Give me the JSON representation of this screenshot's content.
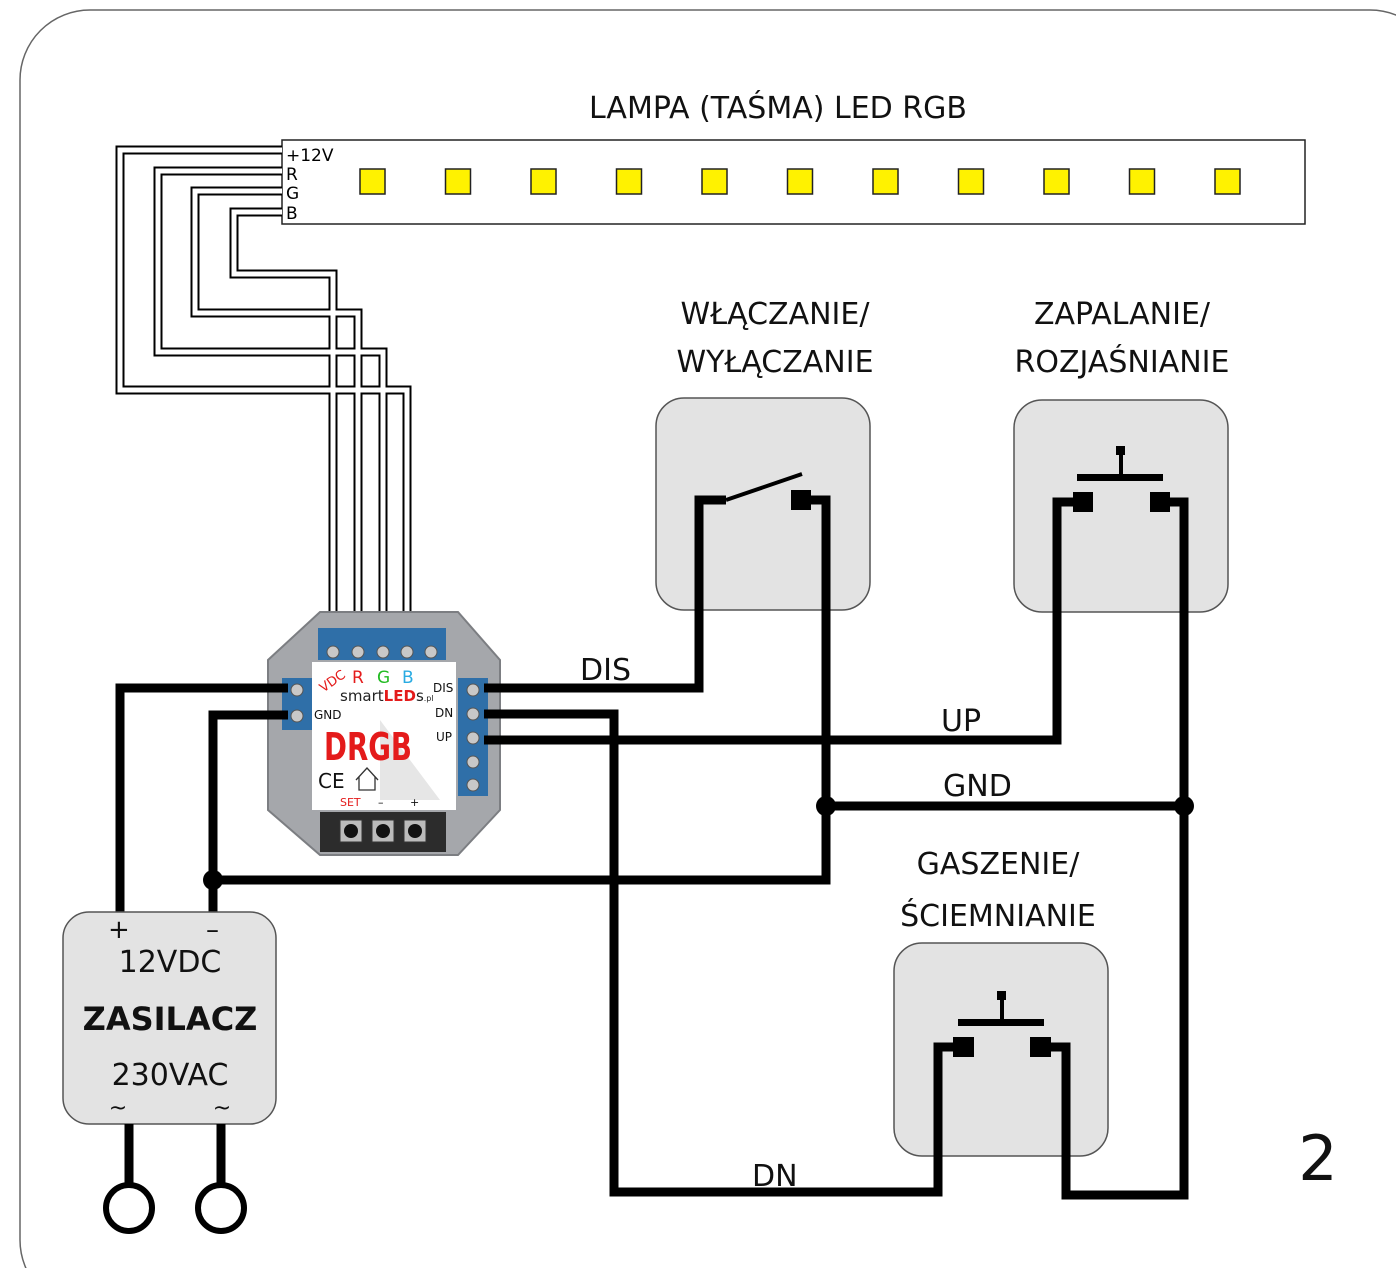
{
  "strip": {
    "title": "LAMPA (TAŚMA) LED RGB",
    "pins": [
      "+12V",
      "R",
      "G",
      "B"
    ],
    "led_count": 11,
    "led_color": "#fff200"
  },
  "switches": {
    "onoff_line1": "WŁĄCZANIE/",
    "onoff_line2": "WYŁĄCZANIE",
    "up_line1": "ZAPALANIE/",
    "up_line2": "ROZJAŚNIANIE",
    "down_line1": "GASZENIE/",
    "down_line2": "ŚCIEMNIANIE"
  },
  "wires": {
    "dis": "DIS",
    "up": "UP",
    "gnd": "GND",
    "dn": "DN"
  },
  "controller": {
    "top_labels": [
      "VDC",
      "R",
      "G",
      "B"
    ],
    "left_labels": [
      "GND"
    ],
    "right_labels": [
      "DIS",
      "DN",
      "UP"
    ],
    "brand_prefix": "smart",
    "brand_mid": "LED",
    "brand_suffix": "s",
    "brand_tld": ".pl",
    "model": "DRGB",
    "ce": "CE",
    "buttons": [
      "SET",
      "–",
      "+"
    ],
    "colors": {
      "vdc": "#e41b1b",
      "r": "#e41b1b",
      "g": "#22bb22",
      "b": "#29abe2",
      "model": "#e41b1b",
      "led_brand": "#e41b1b"
    }
  },
  "psu": {
    "plus": "+",
    "minus": "–",
    "output": "12VDC",
    "name": "ZASILACZ",
    "input": "230VAC",
    "ac_left": "~",
    "ac_right": "~"
  },
  "figure_number": "2"
}
